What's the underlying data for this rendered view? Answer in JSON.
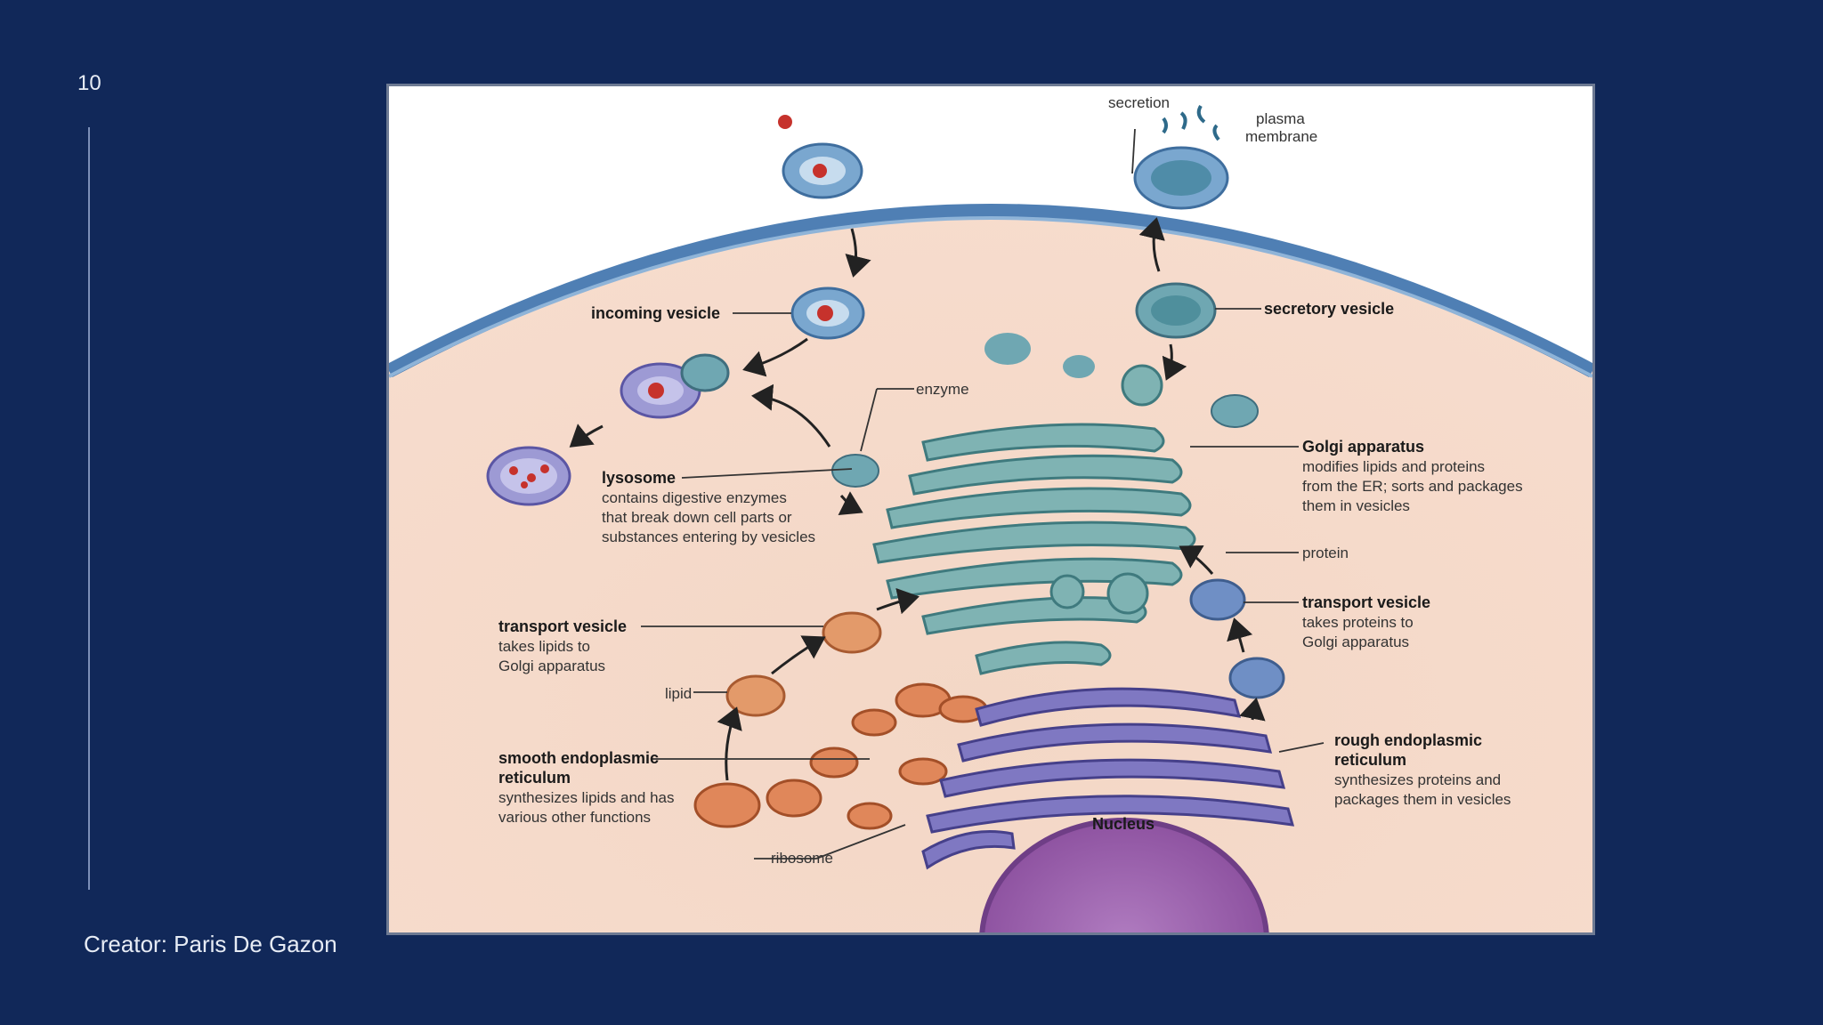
{
  "slide": {
    "number": "10",
    "creator": "Creator: Paris De Gazon"
  },
  "diagram": {
    "labels": {
      "secretion": "secretion",
      "plasma_membrane": [
        "plasma",
        "membrane"
      ],
      "incoming_vesicle": "incoming vesicle",
      "secretory_vesicle": "secretory vesicle",
      "enzyme": "enzyme",
      "golgi_title": "Golgi apparatus",
      "golgi_desc": [
        "modifies lipids and proteins",
        "from the ER; sorts and packages",
        "them in vesicles"
      ],
      "lysosome_title": "lysosome",
      "lysosome_desc": [
        "contains digestive enzymes",
        "that break down cell parts or",
        "substances entering by vesicles"
      ],
      "protein": "protein",
      "transport_vesicle_right_title": "transport vesicle",
      "transport_vesicle_right_desc": [
        "takes proteins to",
        "Golgi apparatus"
      ],
      "transport_vesicle_left_title": "transport vesicle",
      "transport_vesicle_left_desc": [
        "takes lipids to",
        "Golgi apparatus"
      ],
      "lipid": "lipid",
      "smooth_er_title": [
        "smooth endoplasmic",
        "reticulum"
      ],
      "smooth_er_desc": [
        "synthesizes lipids and has",
        "various other functions"
      ],
      "rough_er_title": [
        "rough endoplasmic",
        "reticulum"
      ],
      "rough_er_desc": [
        "synthesizes proteins and",
        "packages them in vesicles"
      ],
      "ribosome": "ribosome",
      "nucleus": "Nucleus"
    }
  }
}
